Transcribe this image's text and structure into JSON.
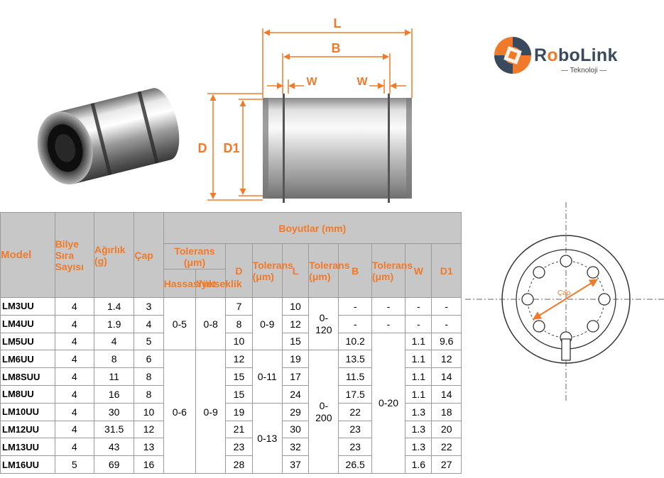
{
  "logo": {
    "name_prefix": "R",
    "name_o": "o",
    "name_suffix": "boLink",
    "sub": "— Teknoloji —"
  },
  "drawing": {
    "L": "L",
    "B": "B",
    "W1": "W",
    "W2": "W",
    "D": "D",
    "D1": "D1",
    "cap": "Çap"
  },
  "colors": {
    "accent": "#f07a2a",
    "header_bg": "#c7c7c7",
    "dark": "#3a4a5e"
  },
  "table": {
    "h_model": "Model",
    "h_bilye": "Bilye Sıra Sayısı",
    "h_agirlik": "Ağırlık (g)",
    "h_cap": "Çap",
    "h_boyutlar": "Boyutlar (mm)",
    "h_tolerans": "Tolerans (μm)",
    "h_hassasiyet": "Hassasiyet",
    "h_yukseklik": "Yükseklik",
    "h_D": "D",
    "h_tol2": "Tolerans (μm)",
    "h_L": "L",
    "h_tol3": "Tolerans (μm)",
    "h_B": "B",
    "h_tol4": "Tolerans (μm)",
    "h_W": "W",
    "h_D1": "D1",
    "rows": [
      {
        "model": "LM3UU",
        "bilye": "4",
        "agirlik": "1.4",
        "cap": "3",
        "D": "7",
        "L": "10",
        "B": "-",
        "tolB": "-",
        "W": "-",
        "D1": "-"
      },
      {
        "model": "LM4UU",
        "bilye": "4",
        "agirlik": "1.9",
        "cap": "4",
        "D": "8",
        "L": "12",
        "B": "-",
        "tolB": "-",
        "W": "-",
        "D1": "-"
      },
      {
        "model": "LM5UU",
        "bilye": "4",
        "agirlik": "4",
        "cap": "5",
        "D": "10",
        "L": "15",
        "B": "10.2",
        "W": "1.1",
        "D1": "9.6"
      },
      {
        "model": "LM6UU",
        "bilye": "4",
        "agirlik": "8",
        "cap": "6",
        "D": "12",
        "L": "19",
        "B": "13.5",
        "W": "1.1",
        "D1": "12"
      },
      {
        "model": "LM8SUU",
        "bilye": "4",
        "agirlik": "11",
        "cap": "8",
        "D": "15",
        "L": "17",
        "B": "11.5",
        "W": "1.1",
        "D1": "14"
      },
      {
        "model": "LM8UU",
        "bilye": "4",
        "agirlik": "16",
        "cap": "8",
        "D": "15",
        "L": "24",
        "B": "17.5",
        "W": "1.1",
        "D1": "14"
      },
      {
        "model": "LM10UU",
        "bilye": "4",
        "agirlik": "30",
        "cap": "10",
        "D": "19",
        "L": "29",
        "B": "22",
        "W": "1.3",
        "D1": "18"
      },
      {
        "model": "LM12UU",
        "bilye": "4",
        "agirlik": "31.5",
        "cap": "12",
        "D": "21",
        "L": "30",
        "B": "23",
        "W": "1.3",
        "D1": "20"
      },
      {
        "model": "LM13UU",
        "bilye": "4",
        "agirlik": "43",
        "cap": "13",
        "D": "23",
        "L": "32",
        "B": "23",
        "W": "1.3",
        "D1": "22"
      },
      {
        "model": "LM16UU",
        "bilye": "5",
        "agirlik": "69",
        "cap": "16",
        "D": "28",
        "L": "37",
        "B": "26.5",
        "W": "1.6",
        "D1": "27"
      }
    ],
    "merged": {
      "hass_a": "0-5",
      "yuk_a": "0-8",
      "hass_b": "0-6",
      "yuk_b": "0-9",
      "tolD_a": "0-9",
      "tolD_b": "0-11",
      "tolD_c": "0-13",
      "tolL_a": "0-\n120",
      "tolL_b": "0-\n200",
      "tolB_main": "0-20"
    }
  }
}
